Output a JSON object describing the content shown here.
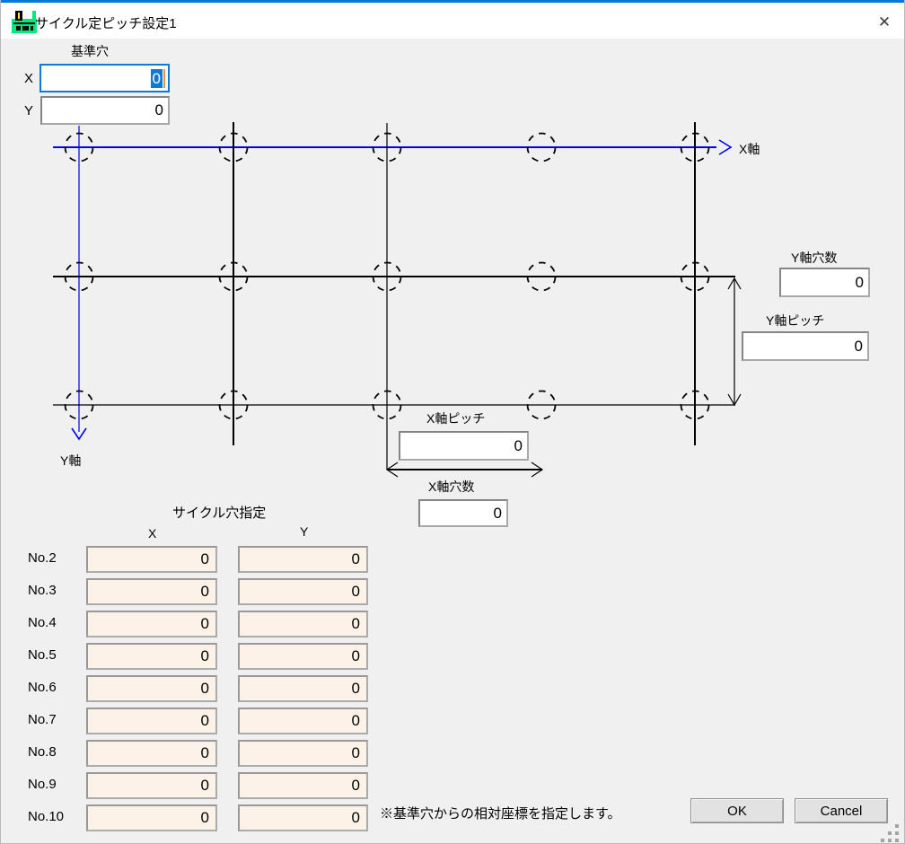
{
  "window": {
    "title": "サイクル定ピッチ設定1",
    "close_glyph": "✕"
  },
  "colors": {
    "titlebar_accent": "#0078d7",
    "axis_blue": "#0000f0",
    "focus_blue": "#0e7ad6",
    "selection_blue": "#0e7ad6",
    "caret_orange": "#e8963c",
    "cream_field": "#fdf2e7",
    "icon_green": "#00e97e"
  },
  "reference": {
    "title": "基準穴",
    "x_label": "X",
    "x_value": "0",
    "y_label": "Y",
    "y_value": "0"
  },
  "diagram": {
    "x_axis_label": "X軸",
    "y_axis_label": "Y軸",
    "y_hole_count": {
      "label": "Y軸穴数",
      "value": "0"
    },
    "y_pitch": {
      "label": "Y軸ピッチ",
      "value": "0"
    },
    "x_pitch": {
      "label": "X軸ピッチ",
      "value": "0"
    },
    "x_hole_count": {
      "label": "X軸穴数",
      "value": "0"
    }
  },
  "cycle": {
    "title": "サイクル穴指定",
    "col_x": "X",
    "col_y": "Y",
    "rows": [
      {
        "label": "No.2",
        "x": "0",
        "y": "0"
      },
      {
        "label": "No.3",
        "x": "0",
        "y": "0"
      },
      {
        "label": "No.4",
        "x": "0",
        "y": "0"
      },
      {
        "label": "No.5",
        "x": "0",
        "y": "0"
      },
      {
        "label": "No.6",
        "x": "0",
        "y": "0"
      },
      {
        "label": "No.7",
        "x": "0",
        "y": "0"
      },
      {
        "label": "No.8",
        "x": "0",
        "y": "0"
      },
      {
        "label": "No.9",
        "x": "0",
        "y": "0"
      },
      {
        "label": "No.10",
        "x": "0",
        "y": "0"
      }
    ]
  },
  "note": "※基準穴からの相対座標を指定します。",
  "buttons": {
    "ok": "OK",
    "cancel": "Cancel"
  }
}
